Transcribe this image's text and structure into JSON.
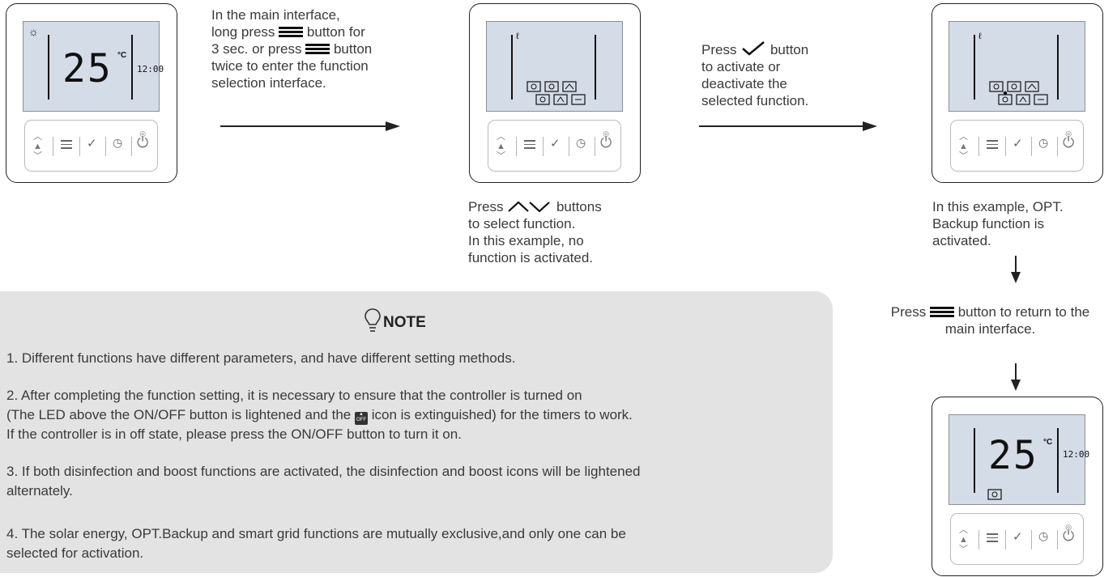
{
  "panels": {
    "step1_text": [
      "In the main interface,",
      "long press",
      "button for",
      "3 sec. or press",
      "button",
      "twice to enter the function",
      "selection interface."
    ],
    "step2_caption": [
      "Press",
      "buttons",
      "to select function.",
      "In this example, no",
      "function is activated."
    ],
    "step3_text": [
      "Press",
      "button",
      "to activate or",
      "deactivate the",
      "selected function."
    ],
    "step3_caption": [
      "In this example, OPT.",
      "Backup function is",
      "activated."
    ],
    "step4_text": [
      "Press",
      "button to return to the",
      "main interface."
    ]
  },
  "display": {
    "temperature": "25",
    "unit": "°C",
    "clock": "12:00"
  },
  "note": {
    "title": "NOTE",
    "item1": "1. Different functions have different parameters, and have different setting methods.",
    "item2_line1": "2. After completing the function setting, it is necessary to ensure that the controller is turned on",
    "item2_line2a": "(The LED above the ON/OFF button is lightened and the",
    "item2_line2b": "icon is extinguished) for the timers to work.",
    "item2_line3": "If the controller is in off state, please press the ON/OFF button to turn it on.",
    "item3_line1": "3. If both disinfection and boost functions are activated, the disinfection and boost icons will be lightened",
    "item3_line2": "alternately.",
    "item4_line1": "4. The solar energy, OPT.Backup and smart grid functions are mutually exclusive,and only one can be",
    "item4_line2": "selected for activation."
  },
  "colors": {
    "lcd": "#d4dce8",
    "note_bg": "#e3e3e3",
    "ink": "#111111"
  },
  "icons": [
    "sun-icon",
    "thermometer-icon",
    "menu-icon",
    "check-icon",
    "up-down-icon",
    "clock-icon",
    "power-icon",
    "arrow-right-icon",
    "arrow-down-icon",
    "lightbulb-icon",
    "off-badge-icon"
  ]
}
